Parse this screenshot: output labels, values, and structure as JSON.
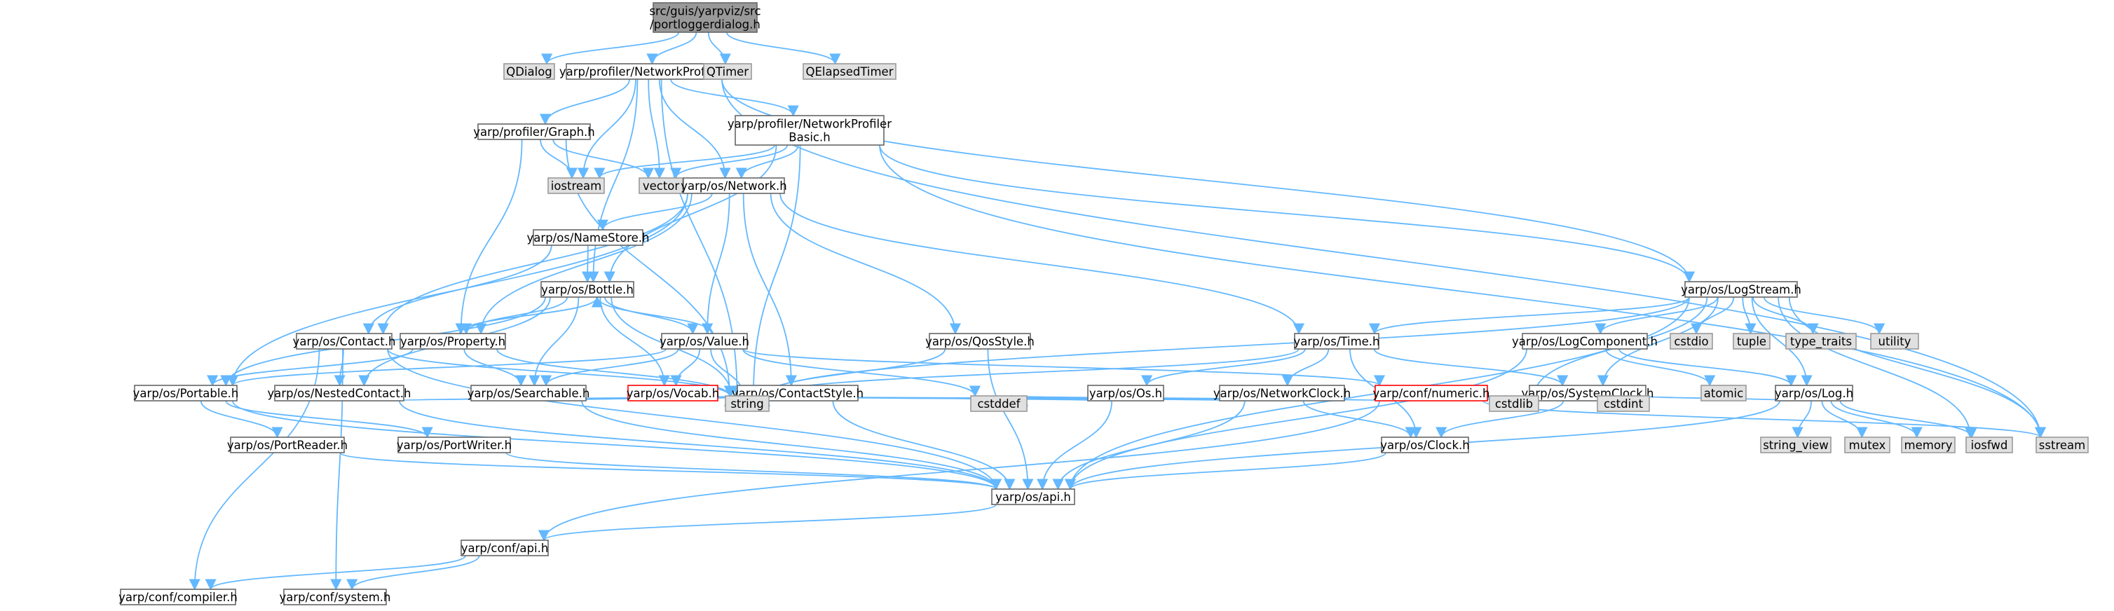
{
  "graph": {
    "root": "src/guis/yarpviz/src/portloggerdialog.h",
    "colors": {
      "root_fill": "#999999",
      "internal_fill": "#ffffff",
      "external_fill": "#e0e0e0",
      "border": "#666666",
      "external_border": "#999999",
      "error_border": "#ff0000",
      "edge": "#63b8ff"
    },
    "nodes": [
      {
        "id": "root",
        "lines": [
          "src/guis/yarpviz/src",
          "/portloggerdialog.h"
        ],
        "kind": "root"
      },
      {
        "id": "qdialog",
        "lines": [
          "QDialog"
        ],
        "kind": "external"
      },
      {
        "id": "netprof",
        "lines": [
          "yarp/profiler/NetworkProfiler.h"
        ],
        "kind": "internal"
      },
      {
        "id": "qtimer",
        "lines": [
          "QTimer"
        ],
        "kind": "external"
      },
      {
        "id": "qelapsed",
        "lines": [
          "QElapsedTimer"
        ],
        "kind": "external"
      },
      {
        "id": "graph",
        "lines": [
          "yarp/profiler/Graph.h"
        ],
        "kind": "internal"
      },
      {
        "id": "npbasic",
        "lines": [
          "yarp/profiler/NetworkProfiler",
          "Basic.h"
        ],
        "kind": "internal"
      },
      {
        "id": "iostream",
        "lines": [
          "iostream"
        ],
        "kind": "external"
      },
      {
        "id": "vector",
        "lines": [
          "vector"
        ],
        "kind": "external"
      },
      {
        "id": "network",
        "lines": [
          "yarp/os/Network.h"
        ],
        "kind": "internal"
      },
      {
        "id": "namestore",
        "lines": [
          "yarp/os/NameStore.h"
        ],
        "kind": "internal"
      },
      {
        "id": "bottle",
        "lines": [
          "yarp/os/Bottle.h"
        ],
        "kind": "internal"
      },
      {
        "id": "contact",
        "lines": [
          "yarp/os/Contact.h"
        ],
        "kind": "internal"
      },
      {
        "id": "property",
        "lines": [
          "yarp/os/Property.h"
        ],
        "kind": "internal"
      },
      {
        "id": "value",
        "lines": [
          "yarp/os/Value.h"
        ],
        "kind": "internal"
      },
      {
        "id": "qosstyle",
        "lines": [
          "yarp/os/QosStyle.h"
        ],
        "kind": "internal"
      },
      {
        "id": "time",
        "lines": [
          "yarp/os/Time.h"
        ],
        "kind": "internal"
      },
      {
        "id": "logstream",
        "lines": [
          "yarp/os/LogStream.h"
        ],
        "kind": "internal"
      },
      {
        "id": "logcomp",
        "lines": [
          "yarp/os/LogComponent.h"
        ],
        "kind": "internal"
      },
      {
        "id": "cstdio",
        "lines": [
          "cstdio"
        ],
        "kind": "external"
      },
      {
        "id": "tuple",
        "lines": [
          "tuple"
        ],
        "kind": "external"
      },
      {
        "id": "typetraits",
        "lines": [
          "type_traits"
        ],
        "kind": "external"
      },
      {
        "id": "utility",
        "lines": [
          "utility"
        ],
        "kind": "external"
      },
      {
        "id": "portable",
        "lines": [
          "yarp/os/Portable.h"
        ],
        "kind": "internal"
      },
      {
        "id": "nested",
        "lines": [
          "yarp/os/NestedContact.h"
        ],
        "kind": "internal"
      },
      {
        "id": "searchable",
        "lines": [
          "yarp/os/Searchable.h"
        ],
        "kind": "internal"
      },
      {
        "id": "vocab",
        "lines": [
          "yarp/os/Vocab.h"
        ],
        "kind": "error"
      },
      {
        "id": "contactstyle",
        "lines": [
          "yarp/os/ContactStyle.h"
        ],
        "kind": "internal"
      },
      {
        "id": "os",
        "lines": [
          "yarp/os/Os.h"
        ],
        "kind": "internal"
      },
      {
        "id": "netclock",
        "lines": [
          "yarp/os/NetworkClock.h"
        ],
        "kind": "internal"
      },
      {
        "id": "numeric",
        "lines": [
          "yarp/conf/numeric.h"
        ],
        "kind": "error"
      },
      {
        "id": "sysclock",
        "lines": [
          "yarp/os/SystemClock.h"
        ],
        "kind": "internal"
      },
      {
        "id": "atomic",
        "lines": [
          "atomic"
        ],
        "kind": "external"
      },
      {
        "id": "log",
        "lines": [
          "yarp/os/Log.h"
        ],
        "kind": "internal"
      },
      {
        "id": "portreader",
        "lines": [
          "yarp/os/PortReader.h"
        ],
        "kind": "internal"
      },
      {
        "id": "portwriter",
        "lines": [
          "yarp/os/PortWriter.h"
        ],
        "kind": "internal"
      },
      {
        "id": "string",
        "lines": [
          "string"
        ],
        "kind": "external"
      },
      {
        "id": "cstddef",
        "lines": [
          "cstddef"
        ],
        "kind": "external"
      },
      {
        "id": "cstdlib",
        "lines": [
          "cstdlib"
        ],
        "kind": "external"
      },
      {
        "id": "cstdint",
        "lines": [
          "cstdint"
        ],
        "kind": "external"
      },
      {
        "id": "clock",
        "lines": [
          "yarp/os/Clock.h"
        ],
        "kind": "internal"
      },
      {
        "id": "stringview",
        "lines": [
          "string_view"
        ],
        "kind": "external"
      },
      {
        "id": "mutex",
        "lines": [
          "mutex"
        ],
        "kind": "external"
      },
      {
        "id": "memory",
        "lines": [
          "memory"
        ],
        "kind": "external"
      },
      {
        "id": "iosfwd",
        "lines": [
          "iosfwd"
        ],
        "kind": "external"
      },
      {
        "id": "sstream",
        "lines": [
          "sstream"
        ],
        "kind": "external"
      },
      {
        "id": "api",
        "lines": [
          "yarp/os/api.h"
        ],
        "kind": "internal"
      },
      {
        "id": "confapi",
        "lines": [
          "yarp/conf/api.h"
        ],
        "kind": "internal"
      },
      {
        "id": "compiler",
        "lines": [
          "yarp/conf/compiler.h"
        ],
        "kind": "internal"
      },
      {
        "id": "system",
        "lines": [
          "yarp/conf/system.h"
        ],
        "kind": "internal"
      }
    ],
    "edges": [
      [
        "root",
        "qdialog"
      ],
      [
        "root",
        "netprof"
      ],
      [
        "root",
        "qtimer"
      ],
      [
        "root",
        "qelapsed"
      ],
      [
        "netprof",
        "graph"
      ],
      [
        "netprof",
        "npbasic"
      ],
      [
        "netprof",
        "iostream"
      ],
      [
        "netprof",
        "vector"
      ],
      [
        "netprof",
        "network"
      ],
      [
        "netprof",
        "bottle"
      ],
      [
        "netprof",
        "logstream"
      ],
      [
        "netprof",
        "string"
      ],
      [
        "netprof",
        "sstream"
      ],
      [
        "graph",
        "iostream"
      ],
      [
        "graph",
        "vector"
      ],
      [
        "graph",
        "property"
      ],
      [
        "graph",
        "string"
      ],
      [
        "npbasic",
        "iostream"
      ],
      [
        "npbasic",
        "vector"
      ],
      [
        "npbasic",
        "network"
      ],
      [
        "npbasic",
        "bottle"
      ],
      [
        "npbasic",
        "logstream"
      ],
      [
        "npbasic",
        "string"
      ],
      [
        "npbasic",
        "sstream"
      ],
      [
        "network",
        "namestore"
      ],
      [
        "network",
        "contact"
      ],
      [
        "network",
        "property"
      ],
      [
        "network",
        "value"
      ],
      [
        "network",
        "qosstyle"
      ],
      [
        "network",
        "time"
      ],
      [
        "network",
        "contactstyle"
      ],
      [
        "network",
        "portable"
      ],
      [
        "namestore",
        "bottle"
      ],
      [
        "namestore",
        "contact"
      ],
      [
        "bottle",
        "property"
      ],
      [
        "bottle",
        "value"
      ],
      [
        "bottle",
        "searchable"
      ],
      [
        "bottle",
        "vocab"
      ],
      [
        "bottle",
        "string"
      ],
      [
        "bottle",
        "portable"
      ],
      [
        "bottle",
        "nested"
      ],
      [
        "contact",
        "nested"
      ],
      [
        "contact",
        "string"
      ],
      [
        "contact",
        "compiler"
      ],
      [
        "contact",
        "system"
      ],
      [
        "contact",
        "api"
      ],
      [
        "property",
        "bottle"
      ],
      [
        "property",
        "searchable"
      ],
      [
        "property",
        "portable"
      ],
      [
        "property",
        "string"
      ],
      [
        "value",
        "bottle"
      ],
      [
        "value",
        "searchable"
      ],
      [
        "value",
        "vocab"
      ],
      [
        "value",
        "string"
      ],
      [
        "value",
        "portable"
      ],
      [
        "value",
        "numeric"
      ],
      [
        "value",
        "cstddef"
      ],
      [
        "qosstyle",
        "string"
      ],
      [
        "qosstyle",
        "api"
      ],
      [
        "time",
        "os"
      ],
      [
        "time",
        "netclock"
      ],
      [
        "time",
        "sysclock"
      ],
      [
        "time",
        "clock"
      ],
      [
        "time",
        "string"
      ],
      [
        "logstream",
        "time"
      ],
      [
        "logstream",
        "logcomp"
      ],
      [
        "logstream",
        "log"
      ],
      [
        "logstream",
        "cstdio"
      ],
      [
        "logstream",
        "tuple"
      ],
      [
        "logstream",
        "typetraits"
      ],
      [
        "logstream",
        "utility"
      ],
      [
        "logstream",
        "sstream"
      ],
      [
        "logstream",
        "iosfwd"
      ],
      [
        "logstream",
        "string"
      ],
      [
        "logstream",
        "cstdlib"
      ],
      [
        "logstream",
        "sysclock"
      ],
      [
        "logstream",
        "api"
      ],
      [
        "logcomp",
        "atomic"
      ],
      [
        "logcomp",
        "log"
      ],
      [
        "logcomp",
        "api"
      ],
      [
        "log",
        "cstdint"
      ],
      [
        "log",
        "stringview"
      ],
      [
        "log",
        "mutex"
      ],
      [
        "log",
        "memory"
      ],
      [
        "log",
        "iosfwd"
      ],
      [
        "log",
        "api"
      ],
      [
        "portable",
        "portreader"
      ],
      [
        "portable",
        "portwriter"
      ],
      [
        "portable",
        "api"
      ],
      [
        "nested",
        "string"
      ],
      [
        "nested",
        "api"
      ],
      [
        "searchable",
        "string"
      ],
      [
        "searchable",
        "api"
      ],
      [
        "vocab",
        "string"
      ],
      [
        "contactstyle",
        "string"
      ],
      [
        "contactstyle",
        "api"
      ],
      [
        "os",
        "string"
      ],
      [
        "os",
        "cstddef"
      ],
      [
        "os",
        "api"
      ],
      [
        "netclock",
        "clock"
      ],
      [
        "netclock",
        "string"
      ],
      [
        "netclock",
        "api"
      ],
      [
        "numeric",
        "cstddef"
      ],
      [
        "numeric",
        "cstdlib"
      ],
      [
        "numeric",
        "cstdint"
      ],
      [
        "numeric",
        "string"
      ],
      [
        "numeric",
        "sstream"
      ],
      [
        "numeric",
        "confapi"
      ],
      [
        "sysclock",
        "clock"
      ],
      [
        "clock",
        "api"
      ],
      [
        "portreader",
        "api"
      ],
      [
        "portwriter",
        "api"
      ],
      [
        "api",
        "confapi"
      ],
      [
        "confapi",
        "compiler"
      ],
      [
        "confapi",
        "system"
      ]
    ]
  }
}
